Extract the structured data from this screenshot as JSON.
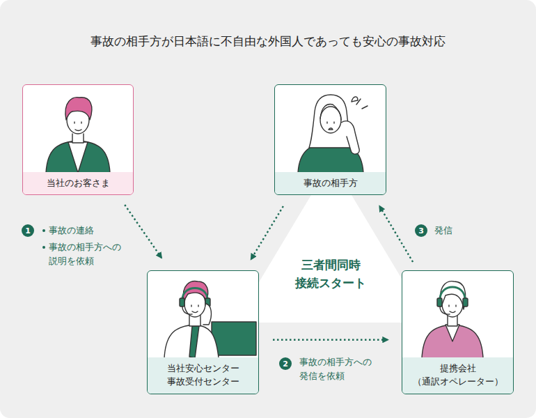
{
  "diagram": {
    "title": "事故の相手方が日本語に不自由な外国人であっても安心の事故対応",
    "nodes": [
      {
        "text": [
          "当社のお客さま"
        ]
      },
      {
        "text": [
          "事故の相手方"
        ]
      },
      {
        "text": [
          "当社安心センター 事故受付センター"
        ]
      },
      {
        "text": [
          "提携会社 （通訳オペレーター）"
        ]
      }
    ],
    "edges": [
      {
        "from": 0,
        "to": 2,
        "arrow": "to"
      },
      {
        "from": 1,
        "to": 2,
        "arrow": "to"
      },
      {
        "from": 2,
        "to": 3,
        "arrow": "to"
      },
      {
        "from": 3,
        "to": 1,
        "arrow": "to"
      }
    ],
    "labels": [
      "1",
      "事故の連絡",
      "事故の相手方への 説明を依頼",
      "2",
      "事故の相手方への 発信を依頼",
      "3",
      "発信",
      "三者間同時 接続スタート"
    ]
  }
}
